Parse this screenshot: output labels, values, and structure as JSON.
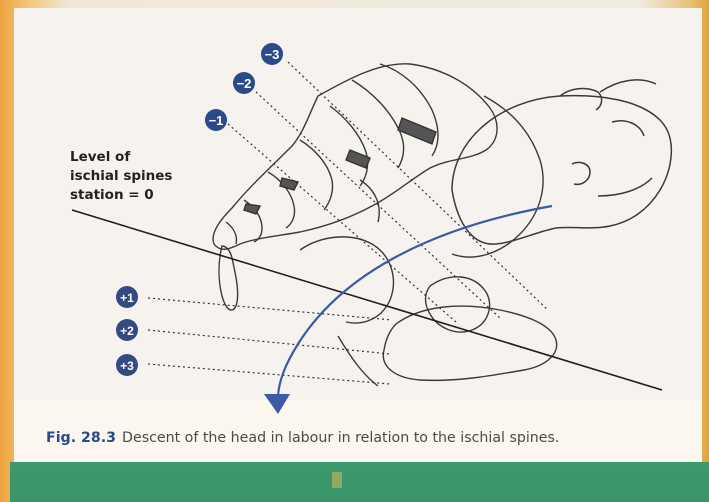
{
  "diagram": {
    "level_label_lines": [
      "Level of",
      "ischial spines",
      "station = 0"
    ],
    "stations_above": [
      {
        "label": "−3",
        "color": "#2a4a8a"
      },
      {
        "label": "−2",
        "color": "#2a4a8a"
      },
      {
        "label": "−1",
        "color": "#2a4a8a"
      }
    ],
    "stations_below": [
      {
        "label": "+1",
        "color": "#354a82"
      },
      {
        "label": "+2",
        "color": "#354a82"
      },
      {
        "label": "+3",
        "color": "#354a82"
      }
    ],
    "arrow_color": "#3d5aa6"
  },
  "caption": {
    "figure_number": "Fig. 28.3",
    "text": "Descent of the head in labour in relation to the ischial spines."
  },
  "colors": {
    "accent": "#2a4a8a",
    "band_green": "#3c9a6c",
    "frame_orange": "#eea23f"
  }
}
